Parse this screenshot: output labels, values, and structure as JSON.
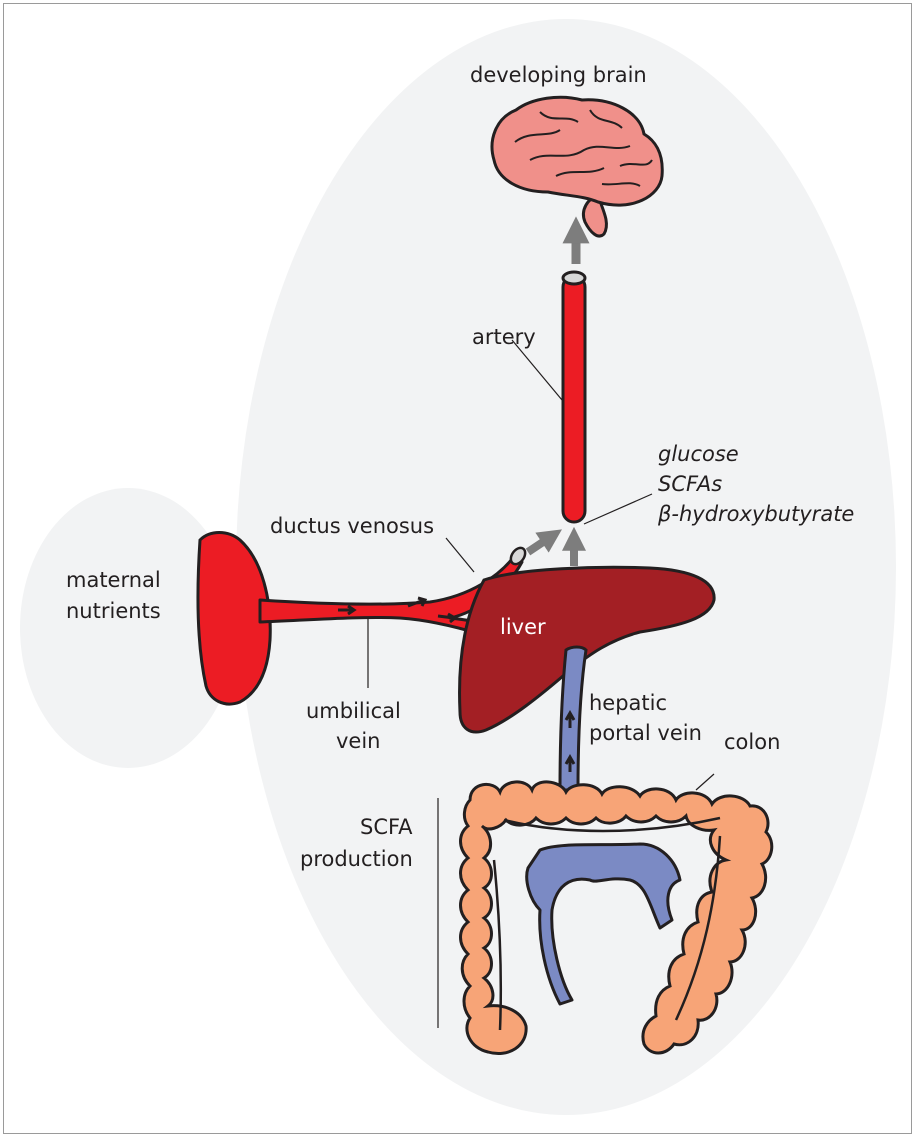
{
  "labels": {
    "developing_brain": "developing brain",
    "artery": "artery",
    "metabolites": [
      "glucose",
      "SCFAs",
      "β-hydroxybutyrate"
    ],
    "ductus_venosus": "ductus venosus",
    "maternal_nutrients": [
      "maternal",
      "nutrients"
    ],
    "liver": "liver",
    "umbilical_vein": [
      "umbilical",
      "vein"
    ],
    "hepatic_portal_vein": [
      "hepatic",
      "portal vein"
    ],
    "colon": "colon",
    "scfa_production": [
      "SCFA",
      "production"
    ]
  },
  "colors": {
    "background_region": "#f2f3f4",
    "blood_vessel_red": "#ec1c24",
    "liver": "#a31f24",
    "brain": "#f0908a",
    "portal_vein": "#7b8ac4",
    "colon": "#f7a477",
    "flow_arrow": "#7d7d7d",
    "outline": "#231f20"
  }
}
